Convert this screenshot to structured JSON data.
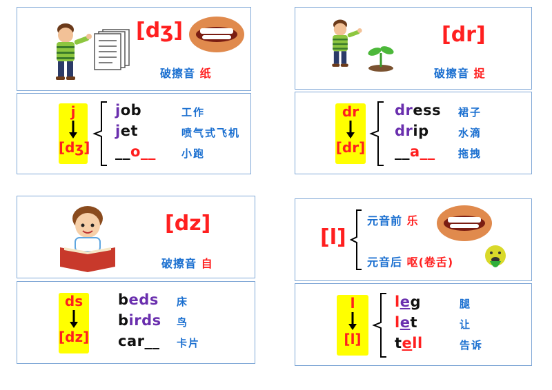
{
  "cards": {
    "dzh": {
      "symbol": "[dʒ]",
      "type_label": "破擦音",
      "example_char": "纸",
      "spelling": "j",
      "sound": "[dʒ]",
      "words": [
        {
          "pre": "",
          "hi": "j",
          "post": "ob",
          "meaning": "工作"
        },
        {
          "pre": "",
          "hi": "j",
          "post": "et",
          "meaning": "喷气式飞机"
        },
        {
          "pre": "__",
          "hi": "",
          "post": "o__",
          "meaning": "小跑"
        }
      ]
    },
    "dr": {
      "symbol": "[dr]",
      "type_label": "破擦音",
      "example_char": "捉",
      "spelling": "dr",
      "sound": "[dr]",
      "words": [
        {
          "pre": "",
          "hi": "dr",
          "post": "ess",
          "meaning": "裙子"
        },
        {
          "pre": "",
          "hi": "dr",
          "post": "ip",
          "meaning": "水滴"
        },
        {
          "pre": "__",
          "hi": "",
          "post": "a__",
          "meaning": "拖拽"
        }
      ]
    },
    "dz": {
      "symbol": "[dz]",
      "type_label": "破擦音",
      "example_char": "自",
      "spelling": "ds",
      "sound": "[dz]",
      "words": [
        {
          "pre": "b",
          "hi": "eds",
          "post": "",
          "meaning": "床"
        },
        {
          "pre": "b",
          "hi": "irds",
          "post": "",
          "meaning": "鸟"
        },
        {
          "pre": "car",
          "hi": "",
          "post": "__",
          "meaning": "卡片"
        }
      ]
    },
    "l": {
      "symbol": "[l]",
      "before_vowel_label": "元音前",
      "before_vowel_char": "乐",
      "after_vowel_label": "元音后",
      "after_vowel_char": "呕",
      "after_vowel_note": "(卷舌)",
      "spelling": "l",
      "sound": "[l]",
      "words": [
        {
          "pre": "l",
          "hi": "e",
          "post": "g",
          "meaning": "腿"
        },
        {
          "pre": "l",
          "hi": "e",
          "post": "t",
          "meaning": "让"
        },
        {
          "pre": "t",
          "hi": "e",
          "post": "ll",
          "meaning": "告诉"
        }
      ]
    }
  },
  "colors": {
    "red": "#ff1f1f",
    "blue": "#1a6fd0",
    "purple": "#6a2fae",
    "yellow": "#ffff00",
    "border": "#7fa7d6"
  },
  "icons": [
    "boy-pointing-icon",
    "documents-icon",
    "mouth-icon",
    "seedling-icon",
    "reading-boy-icon",
    "sick-face-icon"
  ]
}
